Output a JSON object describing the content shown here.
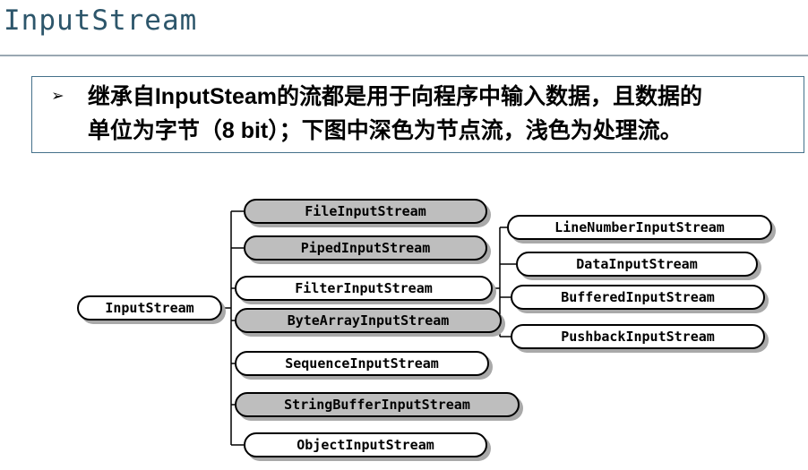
{
  "slide": {
    "title": "InputStream",
    "title_color": "#2d566b",
    "bullet": {
      "marker": "➢",
      "line1": "继承自InputSteam的流都是用于向程序中输入数据，且数据的",
      "line2": "单位为字节（8 bit）；下图中深色为节点流，浅色为处理流。"
    }
  },
  "diagram": {
    "colors": {
      "node_dark_fill": "#bebebe",
      "node_light_fill": "#ffffff",
      "node_border": "#000000",
      "node_shadow": "#a9a9a9",
      "connector": "#000000"
    },
    "root": {
      "label": "InputStream",
      "type": "light"
    },
    "children": [
      {
        "label": "FileInputStream",
        "type": "dark"
      },
      {
        "label": "PipedInputStream",
        "type": "dark"
      },
      {
        "label": "FilterInputStream",
        "type": "light"
      },
      {
        "label": "ByteArrayInputStream",
        "type": "dark"
      },
      {
        "label": "SequenceInputStream",
        "type": "light"
      },
      {
        "label": "StringBufferInputStream",
        "type": "dark"
      },
      {
        "label": "ObjectInputStream",
        "type": "light"
      }
    ],
    "filter_children": [
      {
        "label": "LineNumberInputStream",
        "type": "light"
      },
      {
        "label": "DataInputStream",
        "type": "light"
      },
      {
        "label": "BufferedInputStream",
        "type": "light"
      },
      {
        "label": "PushbackInputStream",
        "type": "light"
      }
    ]
  }
}
